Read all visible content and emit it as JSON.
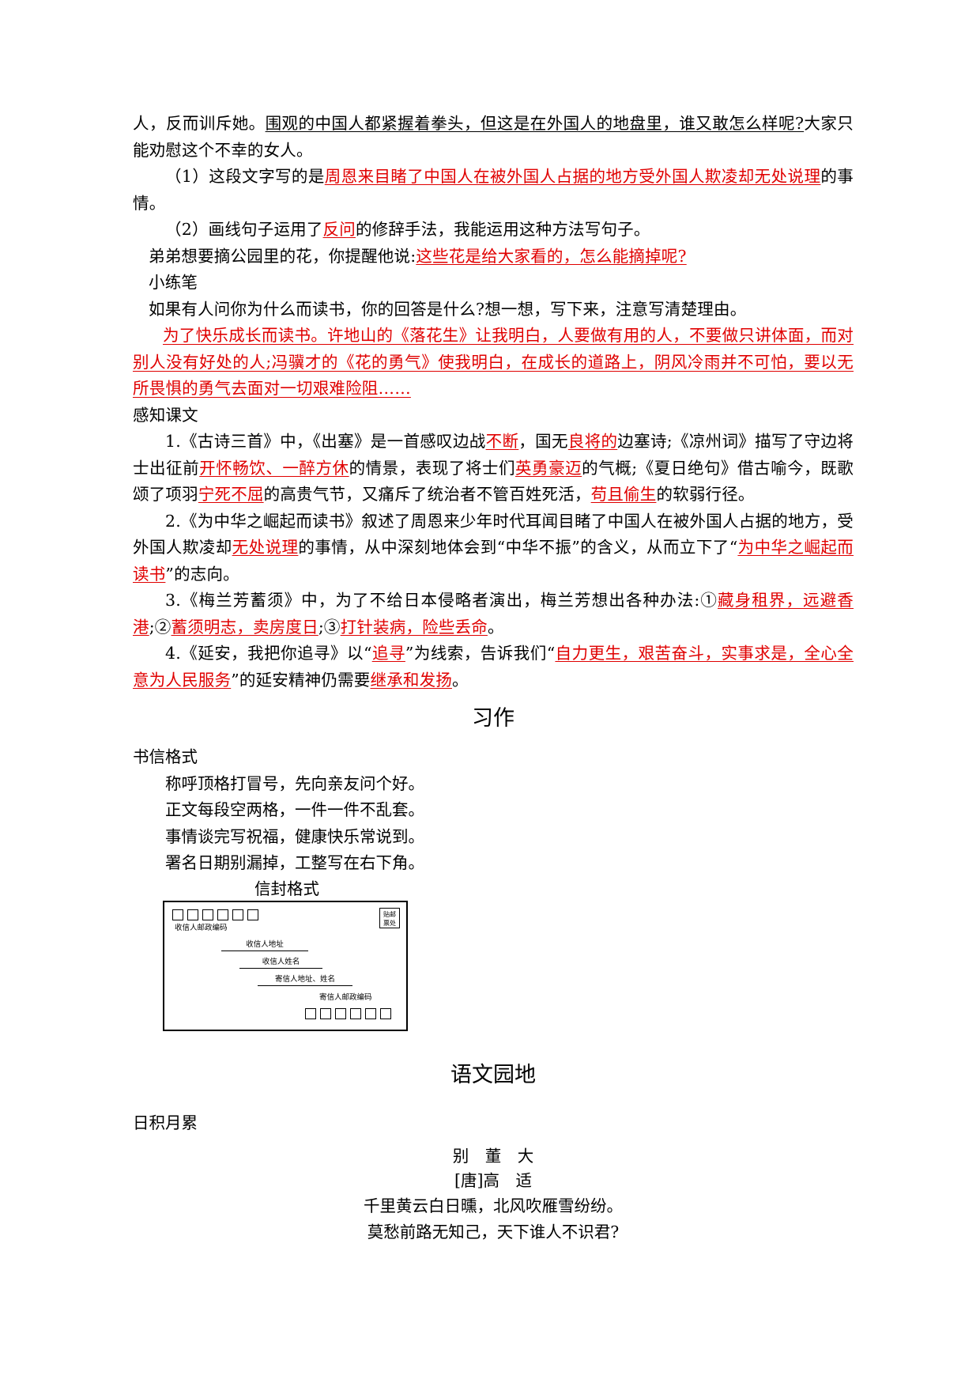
{
  "body_lines": {
    "l1_a": "人，反而训斥她。",
    "l1_b": "围观的中国人都紧握着拳头，但这是在外国人的地盘里，谁又敢怎么样呢?",
    "l1_c": "大家只能劝慰这个不幸的女人。",
    "q1_prefix": "（1）这段文字写的是",
    "q1_answer": "周恩来目睹了中国人在被外国人占据的地方受外国人欺凌却无处说理",
    "q1_suffix": "的事情。",
    "q2_prefix": "（2）画线句子运用了",
    "q2_answer": "反问",
    "q2_suffix": "的修辞手法，我能运用这种方法写句子。",
    "q2_example_prefix": "弟弟想要摘公园里的花，你提醒他说:",
    "q2_example_answer": "这些花是给大家看的，怎么能摘掉呢?",
    "xiaolianbi_label": "小练笔",
    "xiaolianbi_prompt": "如果有人问你为什么而读书，你的回答是什么?想一想，写下来，注意写清楚理由。",
    "xiaolianbi_answer": "为了快乐成长而读书。许地山的《落花生》让我明白，人要做有用的人，不要做只讲体面，而对别人没有好处的人;冯骥才的《花的勇气》使我明白，在成长的道路上，阴风冷雨并不可怕，要以无所畏惧的勇气去面对一切艰难险阻……"
  },
  "ganzhi": {
    "heading": "感知课文",
    "item1": {
      "p1": "1.《古诗三首》中，《出塞》是一首感叹边战",
      "a1": "不断",
      "p2": "，国无",
      "a2": "良将的",
      "p3": "边塞诗;《凉州词》描写了守边将士出征前",
      "a3": "开怀畅饮、一醉方休",
      "p4": "的情景，表现了将士们",
      "a4": "英勇豪迈",
      "p5": "的气概;《夏日绝句》借古喻今，既歌颂了项羽",
      "a5": "宁死不屈",
      "p6": "的高贵气节，又痛斥了统治者不管百姓死活，",
      "a6": "苟且偷生",
      "p7": "的软弱行径。"
    },
    "item2": {
      "p1": "2.《为中华之崛起而读书》叙述了周恩来少年时代耳闻目睹了中国人在被外国人占据的地方，受外国人欺凌却",
      "a1": "无处说理",
      "p2": "的事情，从中深刻地体会到“中华不振”的含义，从而立下了“",
      "a2": "为中华之崛起而读书",
      "p3": "”的志向。"
    },
    "item3": {
      "p1": "3.《梅兰芳蓄须》中，为了不给日本侵略者演出，梅兰芳想出各种办法:①",
      "a1": "藏身租界，远避香港",
      "p2": ";②",
      "a2": "蓄须明志，卖房度日",
      "p3": ";③",
      "a3": "打针装病，险些丢命",
      "p4": "。"
    },
    "item4": {
      "p1": "4.《延安，我把你追寻》以“",
      "a1": "追寻",
      "p2": "”为线索，告诉我们“",
      "a2": "自力更生，艰苦奋斗，实事求是，全心全意为人民服务",
      "p3": "”的延安精神仍需要",
      "a3": "继承和发扬",
      "p4": "。"
    }
  },
  "xizuo": {
    "title": "习作",
    "letter_format_label": "书信格式",
    "letter_lines": [
      "称呼顶格打冒号，先向亲友问个好。",
      "正文每段空两格，一件一件不乱套。",
      "事情谈完写祝福，健康快乐常说到。",
      "署名日期别漏掉，工整写在右下角。"
    ],
    "envelope_title": "信封格式",
    "envelope": {
      "recipient_zip_label": "收信人邮政编码",
      "recipient_address_label": "收信人地址",
      "recipient_name_label": "收信人姓名",
      "sender_label": "寄信人地址、姓名",
      "sender_zip_label": "寄信人邮政编码",
      "stamp_label_1": "贴邮",
      "stamp_label_2": "票处",
      "top_zip_count": 6,
      "bottom_zip_count": 6
    }
  },
  "yuwen": {
    "title": "语文园地",
    "subheading": "日积月累",
    "poem_title": "别　董　大",
    "poem_author": "[唐]高　适",
    "poem_line1": "千里黄云白日曛，北风吹雁雪纷纷。",
    "poem_line2": "莫愁前路无知己，天下谁人不识君?"
  },
  "colors": {
    "answer_red": "#e00000",
    "text_black": "#000000",
    "background": "#ffffff"
  }
}
